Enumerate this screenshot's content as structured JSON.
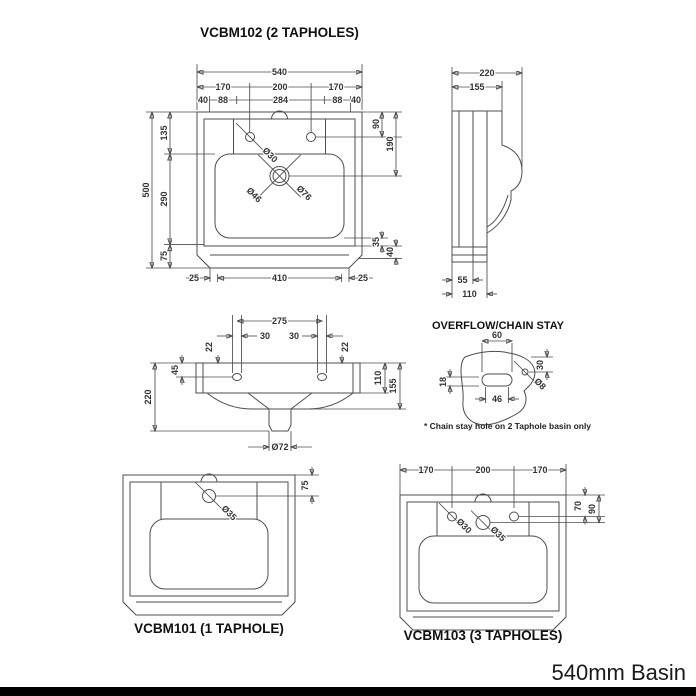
{
  "views": {
    "vcbm102": {
      "title": "VCBM102 (2 TAPHOLES)",
      "dims": {
        "overall_width": "540",
        "pitch_left": "170",
        "pitch_center": "200",
        "pitch_right": "170",
        "edge_left": "40",
        "inset_left": "88",
        "center_span": "284",
        "inset_right": "88",
        "edge_right": "40",
        "overall_height": "500",
        "top_to_bowl": "135",
        "bowl_height": "290",
        "base_height": "75",
        "top_to_taphole": "90",
        "top_to_waste": "190",
        "bowl_to_rim": "35",
        "rim_to_base": "40",
        "base_edge_left": "25",
        "base_width": "410",
        "base_edge_right": "25",
        "taphole_dia": "Ø30",
        "waste_inner_dia": "Ø46",
        "waste_outer_dia": "Ø76"
      }
    },
    "side": {
      "dims": {
        "overall_depth": "220",
        "ledge_depth": "155",
        "base_offset": "55",
        "base_depth": "110"
      }
    },
    "rear": {
      "dims": {
        "fixing_centres": "275",
        "slot_width_left": "30",
        "slot_width_right": "30",
        "slot_offset_left": "22",
        "slot_offset_right": "22",
        "top_to_fixing": "45",
        "overall_height": "220",
        "deck_height": "110",
        "to_bowl_base": "155",
        "waste_dia": "Ø72"
      }
    },
    "overflow": {
      "title": "OVERFLOW/CHAIN STAY",
      "note": "* Chain stay hole on 2 Taphole basin only",
      "dims": {
        "slot_outer_width": "60",
        "top_to_chain_hole": "30",
        "slot_inner_width": "46",
        "slot_height_pos": "18",
        "chain_hole_dia": "Ø8"
      }
    },
    "vcbm101": {
      "title": "VCBM101 (1 TAPHOLE)",
      "dims": {
        "top_to_taphole": "75",
        "taphole_dia": "Ø35"
      }
    },
    "vcbm103": {
      "title": "VCBM103 (3 TAPHOLES)",
      "dims": {
        "pitch_left": "170",
        "pitch_center": "200",
        "pitch_right": "170",
        "top_to_outer_hole": "70",
        "top_to_center_hole": "90",
        "outer_hole_dia": "Ø30",
        "center_hole_dia": "Ø35"
      }
    }
  },
  "footer": {
    "product_label": "540mm Basin"
  }
}
